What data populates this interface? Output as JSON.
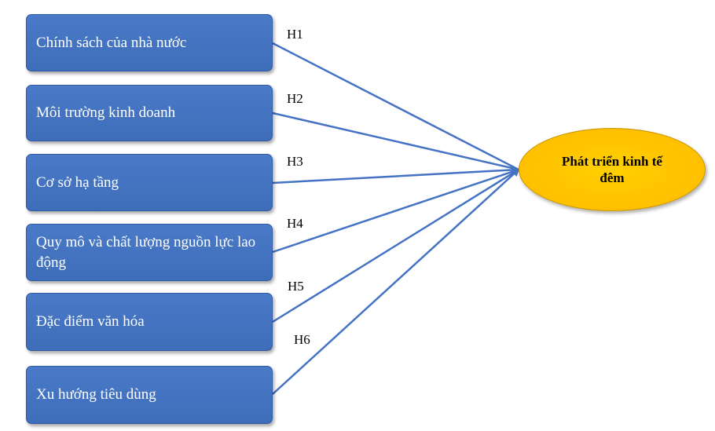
{
  "factors": [
    {
      "label": "Chính sách của nhà nước",
      "hypothesis": "H1"
    },
    {
      "label": "Môi trường kinh doanh",
      "hypothesis": "H2"
    },
    {
      "label": "Cơ sở hạ tầng",
      "hypothesis": "H3"
    },
    {
      "label": "Quy mô và chất lượng nguồn lực lao động",
      "hypothesis": "H4"
    },
    {
      "label": "Đặc điểm văn hóa",
      "hypothesis": "H5"
    },
    {
      "label": "Xu hướng tiêu dùng",
      "hypothesis": "H6"
    }
  ],
  "outcome": {
    "label": "Phát triển kinh tế đêm"
  },
  "colors": {
    "box": "#4472c4",
    "arrow": "#4472c4",
    "outcome": "#ffc000"
  }
}
